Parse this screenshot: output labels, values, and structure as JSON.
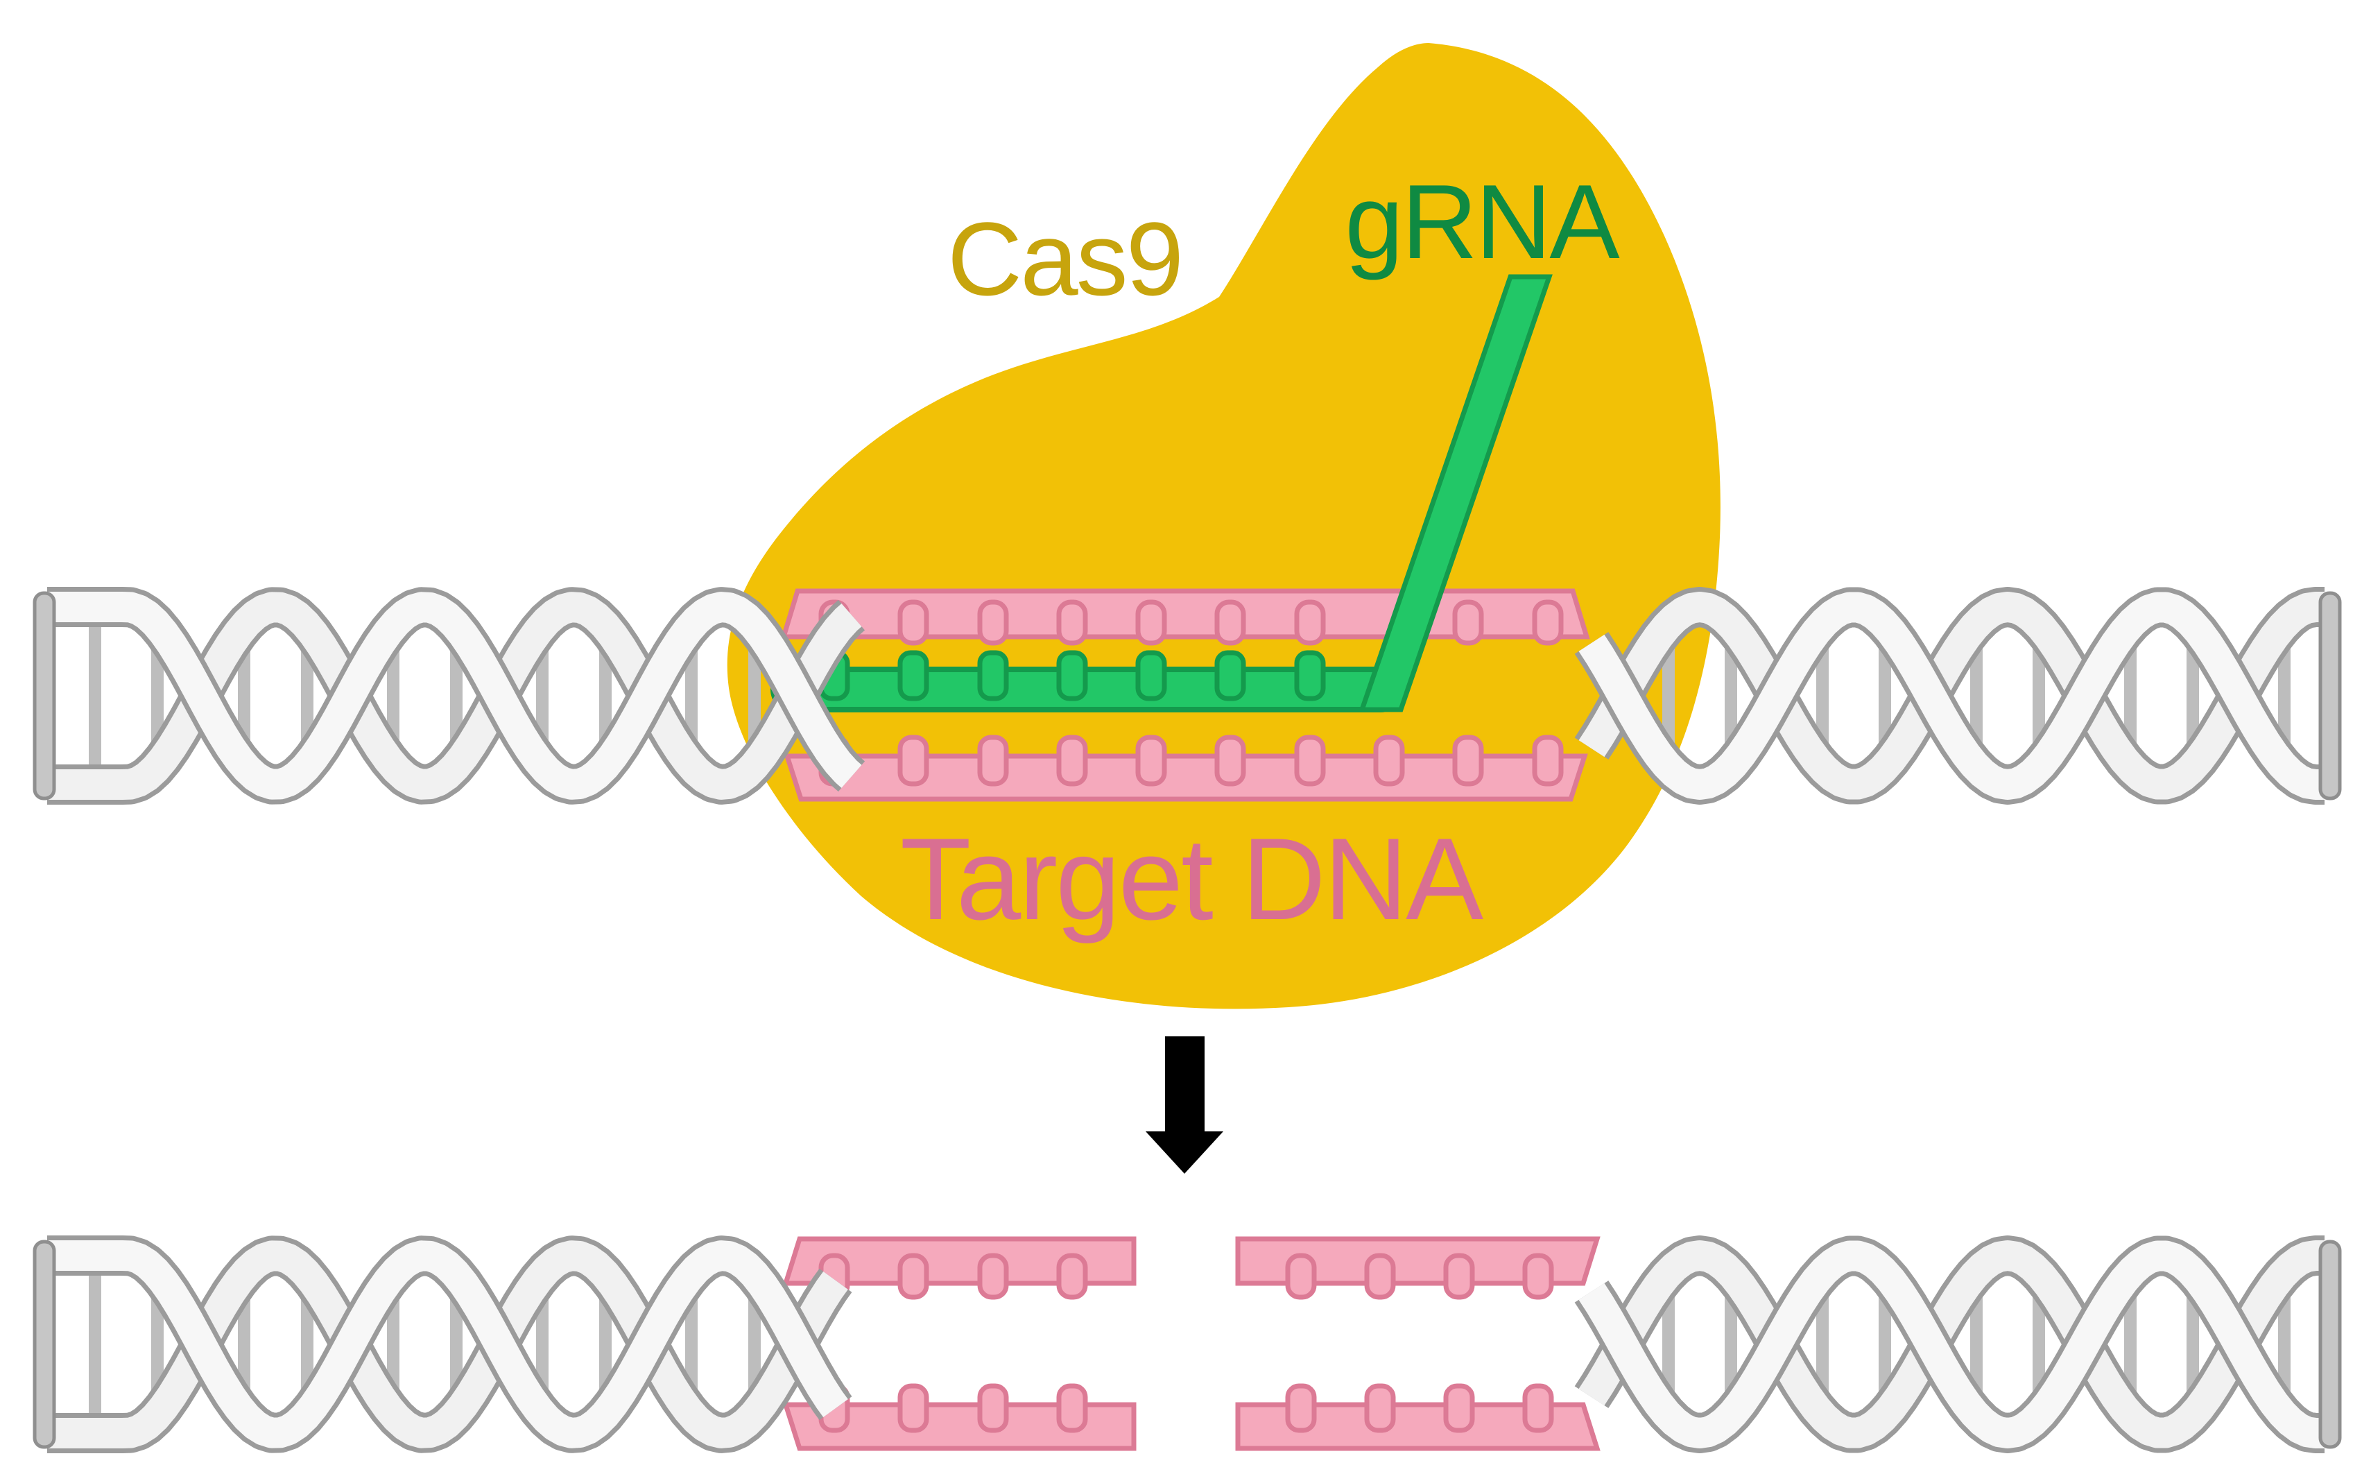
{
  "figure": {
    "subject": "CRISPR-Cas9 gene editing diagram",
    "top_panel": "Cas9 protein bound to DNA with guide RNA paired to target strand",
    "bottom_panel": "DNA double helix with double-strand break (cut) in target region"
  },
  "labels": {
    "cas9": "Cas9",
    "grna": "gRNA",
    "target_dna": "Target DNA"
  },
  "icons": {
    "down_arrow": "down-arrow-icon"
  },
  "colors": {
    "background": "#FFFFFF",
    "cas9_blob": "#F2C106",
    "cas9_label": "#C7A40D",
    "grna_label": "#0F8A42",
    "grna_fill": "#22C767",
    "grna_border": "#149A4C",
    "dna_pink_fill": "#F5A9BC",
    "dna_pink_border": "#DC7A95",
    "target_dna_label": "#D96F92",
    "ribbon_fill": "#F7F7F7",
    "ribbon_back_fill": "#F1F1F1",
    "ribbon_border": "#9B9B9B",
    "rung": "#BDBDBD",
    "end_cap_fill": "#C6C6C6",
    "end_cap_border": "#8F8F8F",
    "arrow": "#000000"
  }
}
